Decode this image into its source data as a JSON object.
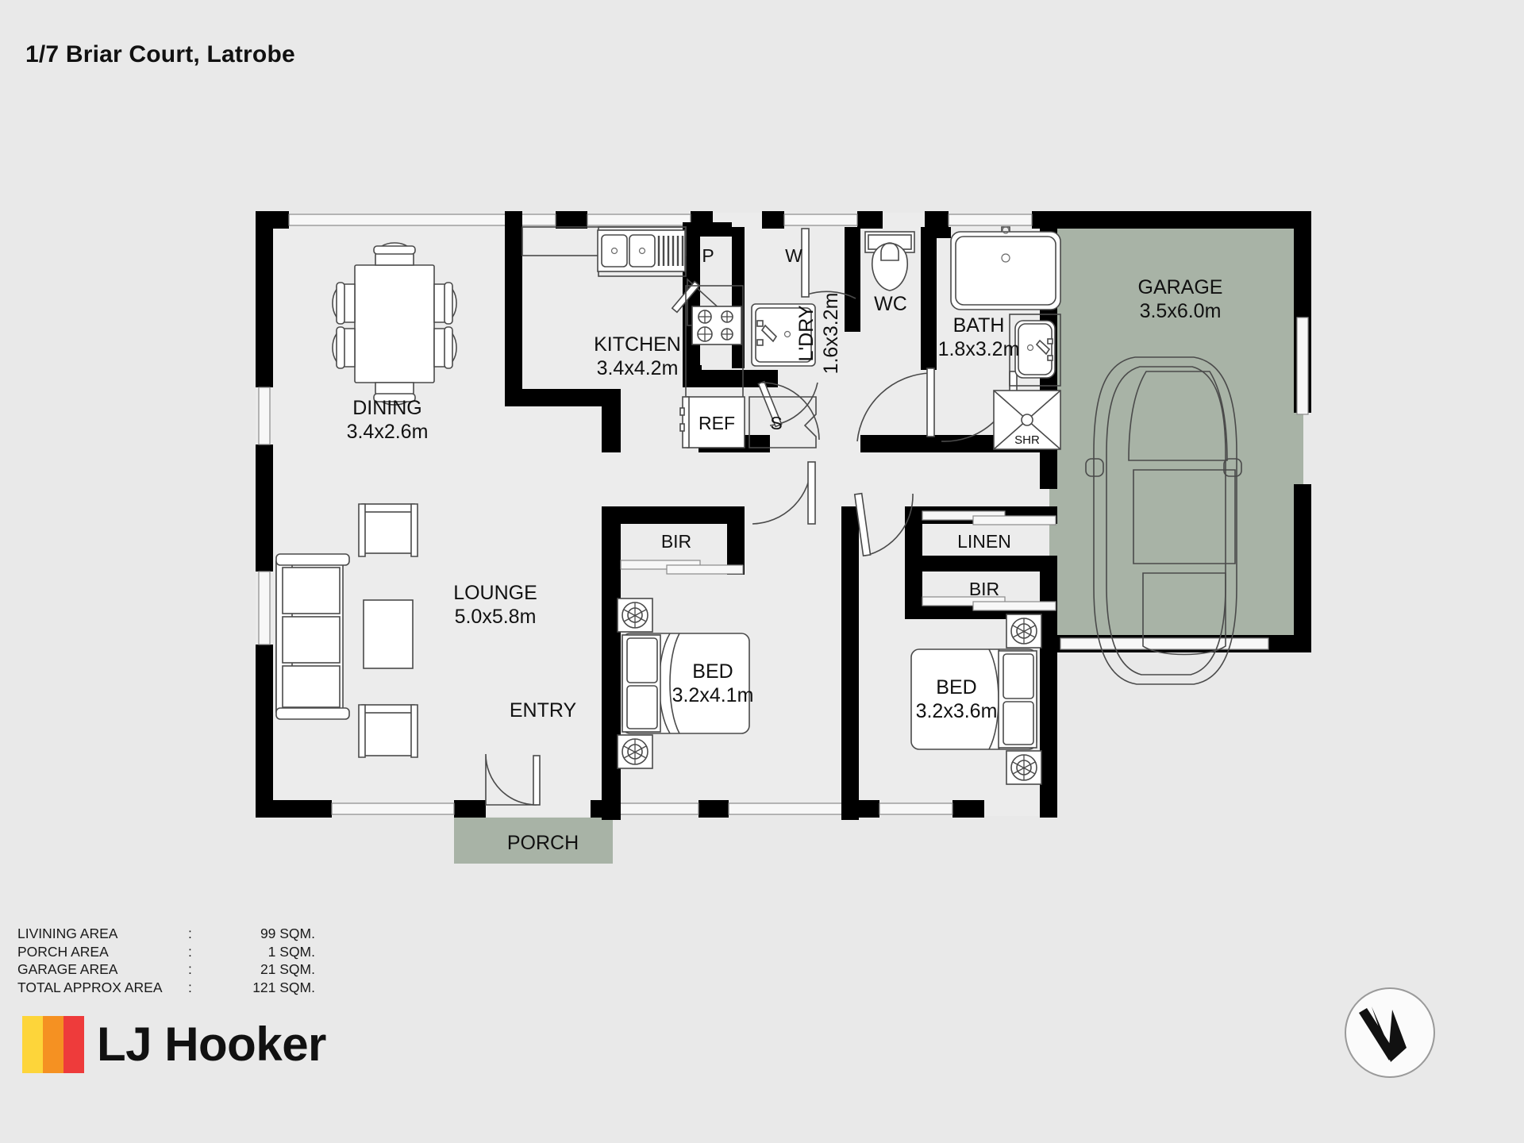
{
  "title": "1/7 Briar Court, Latrobe",
  "rooms": [
    {
      "key": "dining",
      "name": "DINING",
      "dims": "3.4x2.6m"
    },
    {
      "key": "kitchen",
      "name": "KITCHEN",
      "dims": "3.4x4.2m"
    },
    {
      "key": "lounge",
      "name": "LOUNGE",
      "dims": "5.0x5.8m"
    },
    {
      "key": "entry",
      "name": "ENTRY",
      "dims": ""
    },
    {
      "key": "ldry",
      "name": "L'DRY",
      "dims": "1.6x3.2m"
    },
    {
      "key": "wc",
      "name": "WC",
      "dims": ""
    },
    {
      "key": "bath",
      "name": "BATH",
      "dims": "1.8x3.2m"
    },
    {
      "key": "garage",
      "name": "GARAGE",
      "dims": "3.5x6.0m"
    },
    {
      "key": "bed1",
      "name": "BED",
      "dims": "3.2x4.1m"
    },
    {
      "key": "bed2",
      "name": "BED",
      "dims": "3.2x3.6m"
    },
    {
      "key": "porch",
      "name": "PORCH",
      "dims": ""
    }
  ],
  "labels": {
    "pantry": "P",
    "washer": "W",
    "fridge": "REF",
    "store": "S",
    "shower": "SHR",
    "bir_1": "BIR",
    "bir_2": "BIR",
    "linen": "LINEN"
  },
  "legend": {
    "rows": [
      {
        "label": "LIVINING AREA",
        "sep": ":",
        "value": "99 SQM."
      },
      {
        "label": "PORCH AREA",
        "sep": ":",
        "value": "1 SQM."
      },
      {
        "label": "GARAGE AREA",
        "sep": ":",
        "value": "21 SQM."
      },
      {
        "label": "TOTAL APPROX AREA",
        "sep": ":",
        "value": "121 SQM."
      }
    ]
  },
  "logo": {
    "text": "LJ Hooker",
    "bar_colors": [
      "#fdd53a",
      "#f59122",
      "#ee3b3b"
    ]
  },
  "compass": {
    "letter": "N"
  },
  "colors": {
    "background": "#e9e9e9",
    "wall": "#000000",
    "floor": "#ececec",
    "garage_fill": "#a8b3a6",
    "porch_fill": "#a8b3a6",
    "furniture_stroke": "#4a4a4a",
    "furniture_fill": "#ffffff"
  }
}
